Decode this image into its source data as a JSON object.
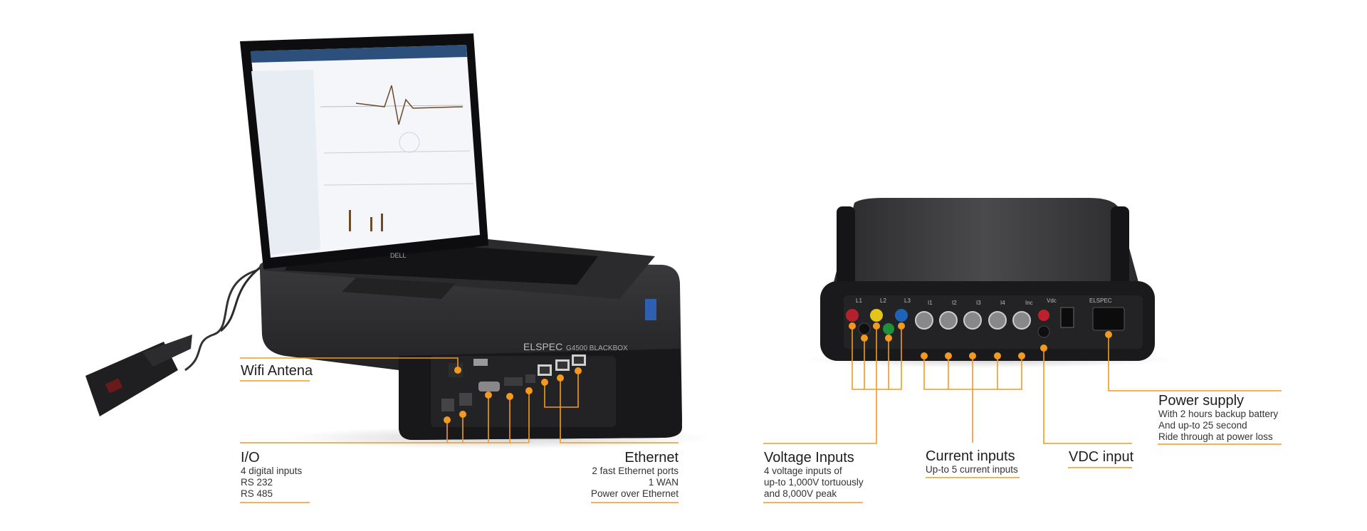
{
  "colors": {
    "accent": "#F39A1E",
    "device": "#1e1e20",
    "background": "#ffffff"
  },
  "devices": {
    "left": {
      "brand": "ELSPEC",
      "model": "G4500 BLACKBOX",
      "laptop_brand": "DELL"
    },
    "right": {
      "brand": "ELSPEC",
      "port_labels": [
        "L1",
        "L2",
        "L3",
        "I1",
        "I2",
        "I3",
        "I4",
        "Inc",
        "Vdc"
      ]
    }
  },
  "callouts": {
    "wifi": {
      "title": "Wifi Antena"
    },
    "io": {
      "title": "I/O",
      "lines": [
        "4 digital inputs",
        "RS 232",
        "RS 485"
      ]
    },
    "ethernet": {
      "title": "Ethernet",
      "lines": [
        "2 fast Ethernet ports",
        "1 WAN",
        "Power over Ethernet"
      ]
    },
    "voltage": {
      "title": "Voltage Inputs",
      "lines": [
        "4 voltage inputs of",
        "up-to 1,000V tortuously",
        "and 8,000V peak"
      ]
    },
    "current": {
      "title": "Current inputs",
      "lines": [
        "Up-to 5 current inputs"
      ]
    },
    "vdc": {
      "title": "VDC input"
    },
    "power": {
      "title": "Power supply",
      "lines": [
        "With 2 hours backup battery",
        "And up-to 25 second",
        "Ride through at power loss"
      ]
    }
  }
}
